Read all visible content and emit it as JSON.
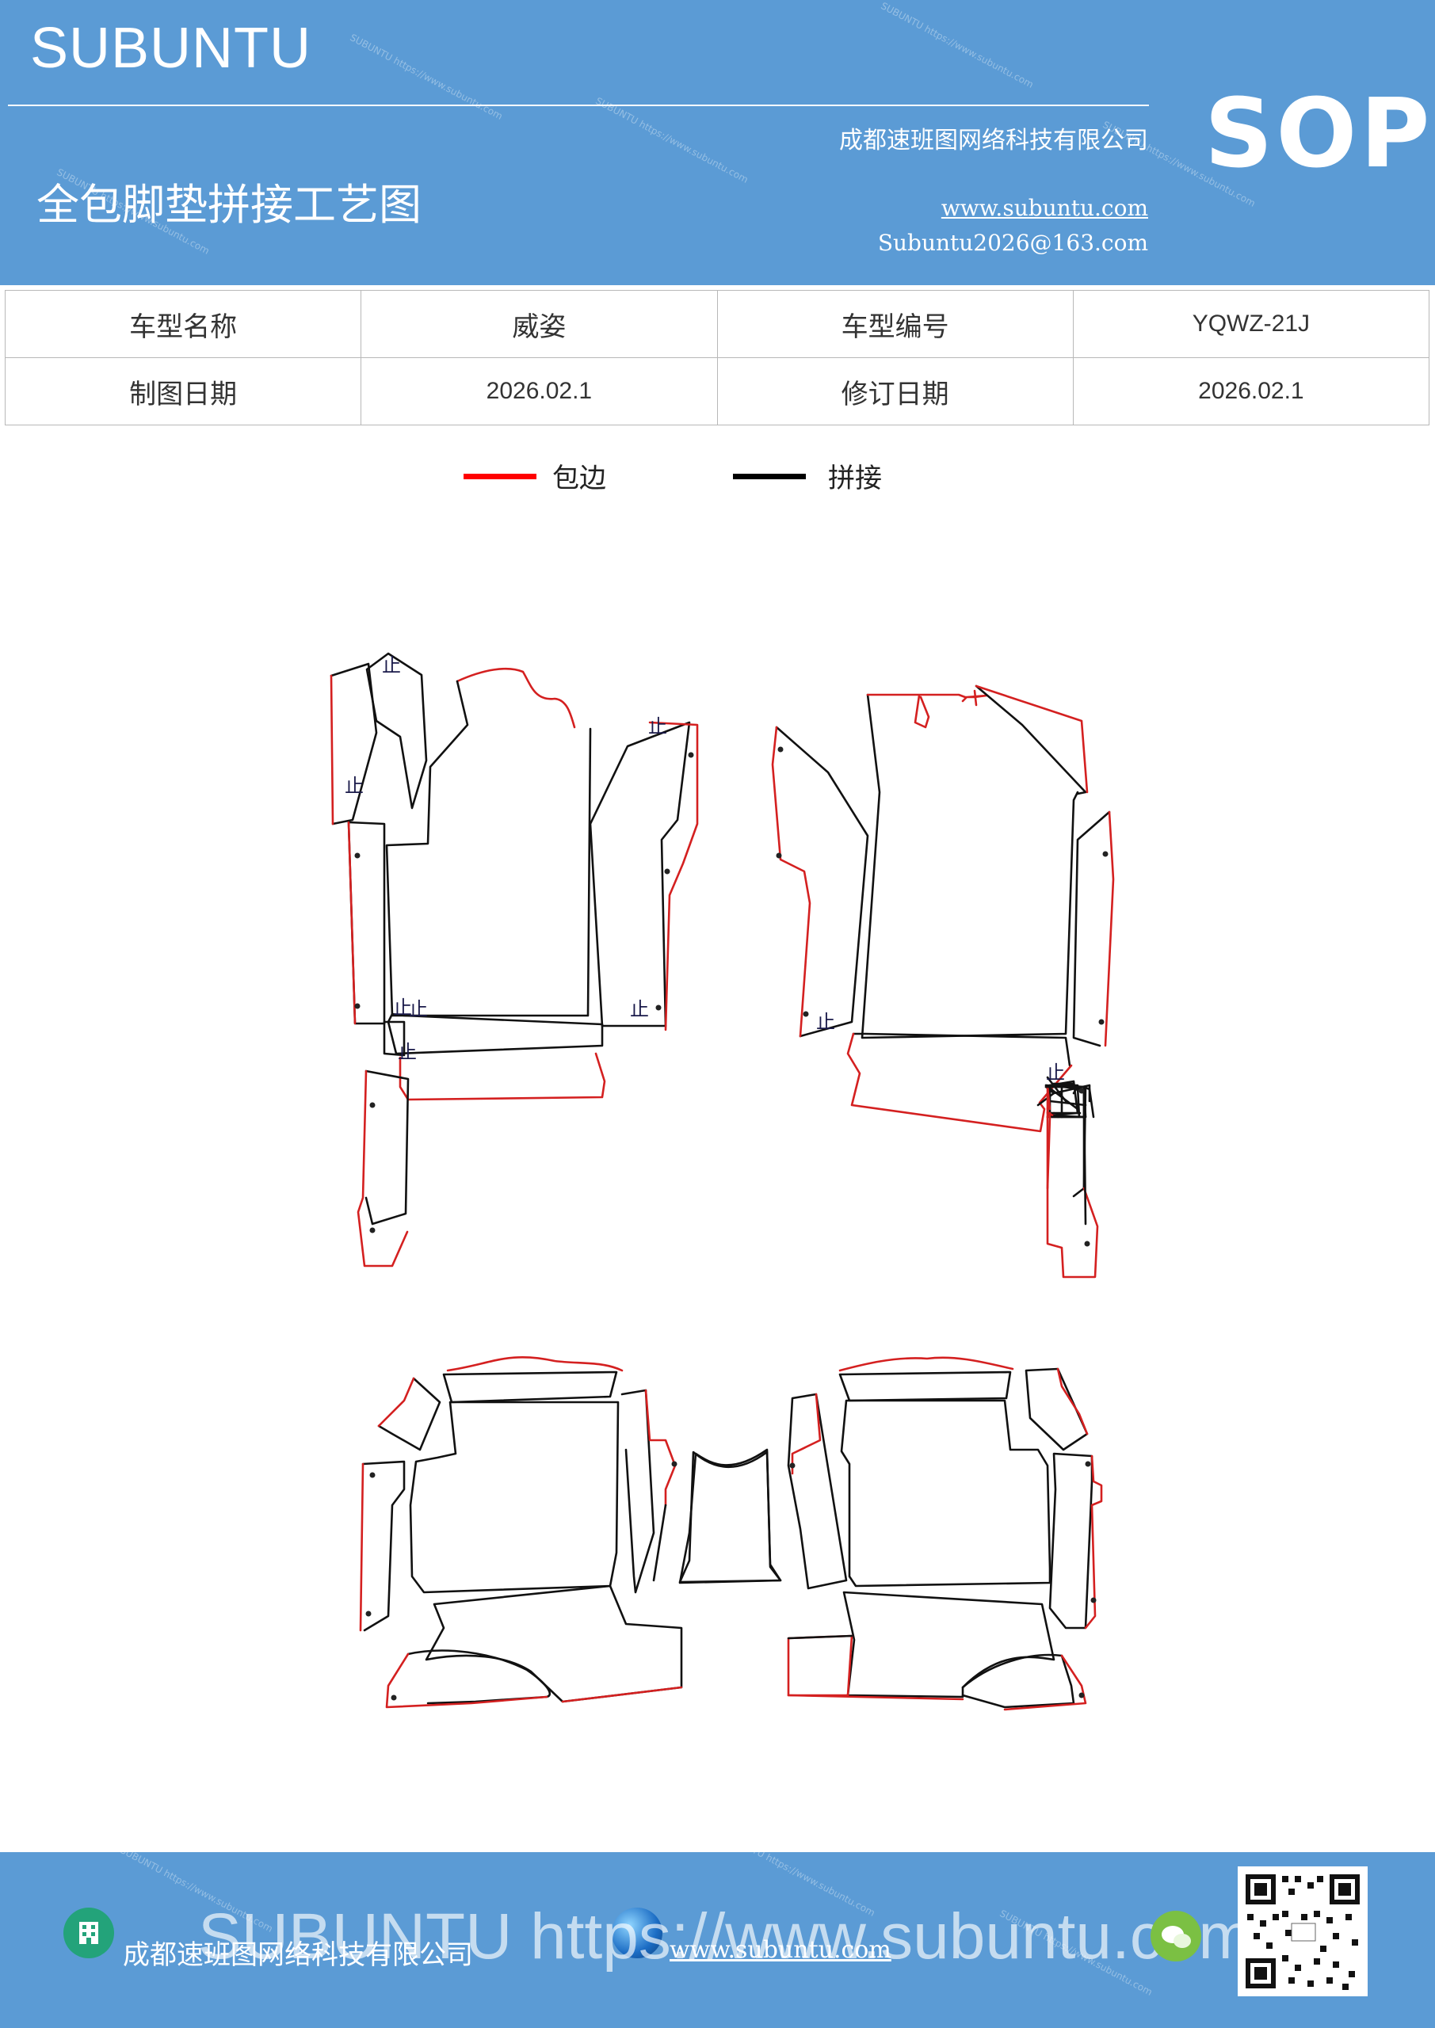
{
  "header": {
    "brand": "SUBUNTU",
    "badge": "SOP",
    "company": "成都速班图网络科技有限公司",
    "title": "全包脚垫拼接工艺图",
    "website": "www.subuntu.com",
    "email": "Subuntu2026@163.com",
    "watermark_text": "SUBUNTU https://www.subuntu.com"
  },
  "info_table": {
    "rows": [
      [
        "车型名称",
        "威姿",
        "车型编号",
        "YQWZ-21J"
      ],
      [
        "制图日期",
        "2026.02.1",
        "修订日期",
        "2026.02.1"
      ]
    ]
  },
  "legend": {
    "items": [
      {
        "label": "包边",
        "color": "#ff0000"
      },
      {
        "label": "拼接",
        "color": "#000000"
      }
    ]
  },
  "diagram": {
    "mark_glyph": "止",
    "edge_color": "#d42020",
    "seam_color": "#111111"
  },
  "footer": {
    "company": "成都速班图网络科技有限公司",
    "website": "www.subuntu.com",
    "watermark": "SUBUNTU https://www.subuntu.com",
    "icons": [
      "building-icon",
      "globe-icon",
      "wechat-icon",
      "qr-code"
    ]
  }
}
